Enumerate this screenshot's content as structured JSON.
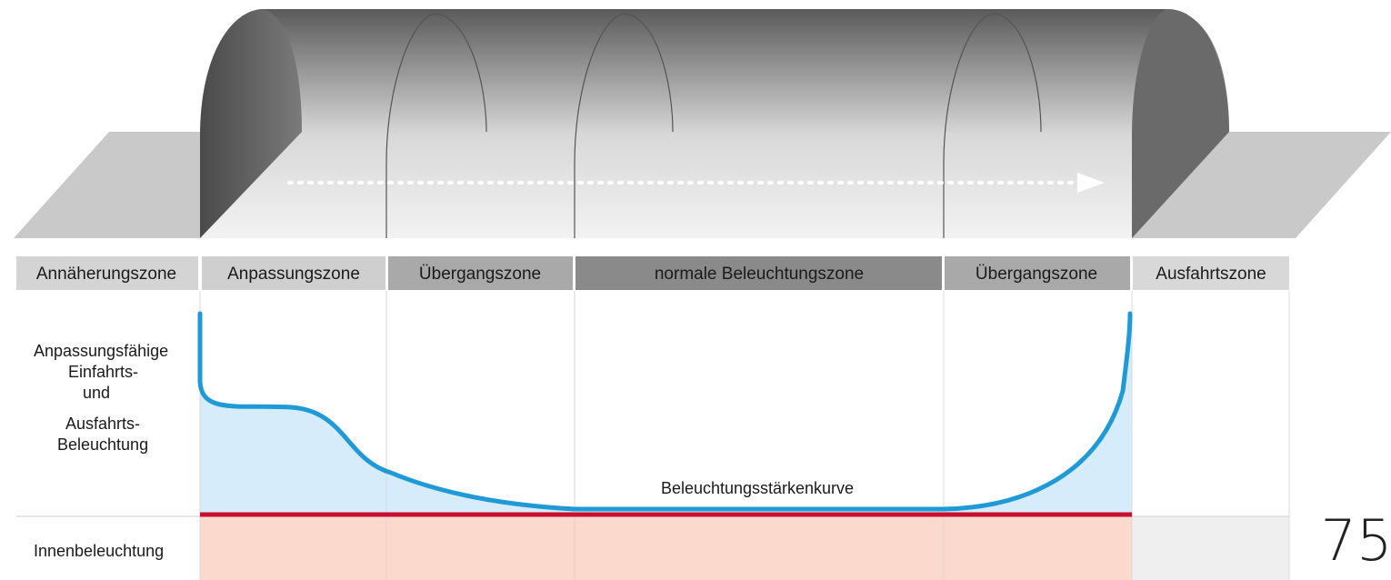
{
  "zones": [
    {
      "label": "Annäherungszone",
      "key": "approach"
    },
    {
      "label": "Anpassungszone",
      "key": "adaptation"
    },
    {
      "label": "Übergangszone",
      "key": "transition-1"
    },
    {
      "label": "normale Beleuchtungszone",
      "key": "normal"
    },
    {
      "label": "Übergangszone",
      "key": "transition-2"
    },
    {
      "label": "Ausfahrtszone",
      "key": "exit"
    }
  ],
  "side_label": {
    "lines": [
      "Anpassungsfähige",
      "Einfahrts-",
      "und",
      "Ausfahrts-",
      "Beleuchtung"
    ]
  },
  "interior_label": "Innenbeleuchtung",
  "curve_label": "Beleuchtungsstärkenkurve",
  "page_number": "75",
  "colors": {
    "curve": "#1f9ad6",
    "curve_fill": "#d6ecfa",
    "interior_line": "#c8102e",
    "interior_fill": "#fbd9cc",
    "header_light": "#d4d4d4",
    "header_mid": "#a9a9a9",
    "header_dark": "#8a8a8a"
  }
}
